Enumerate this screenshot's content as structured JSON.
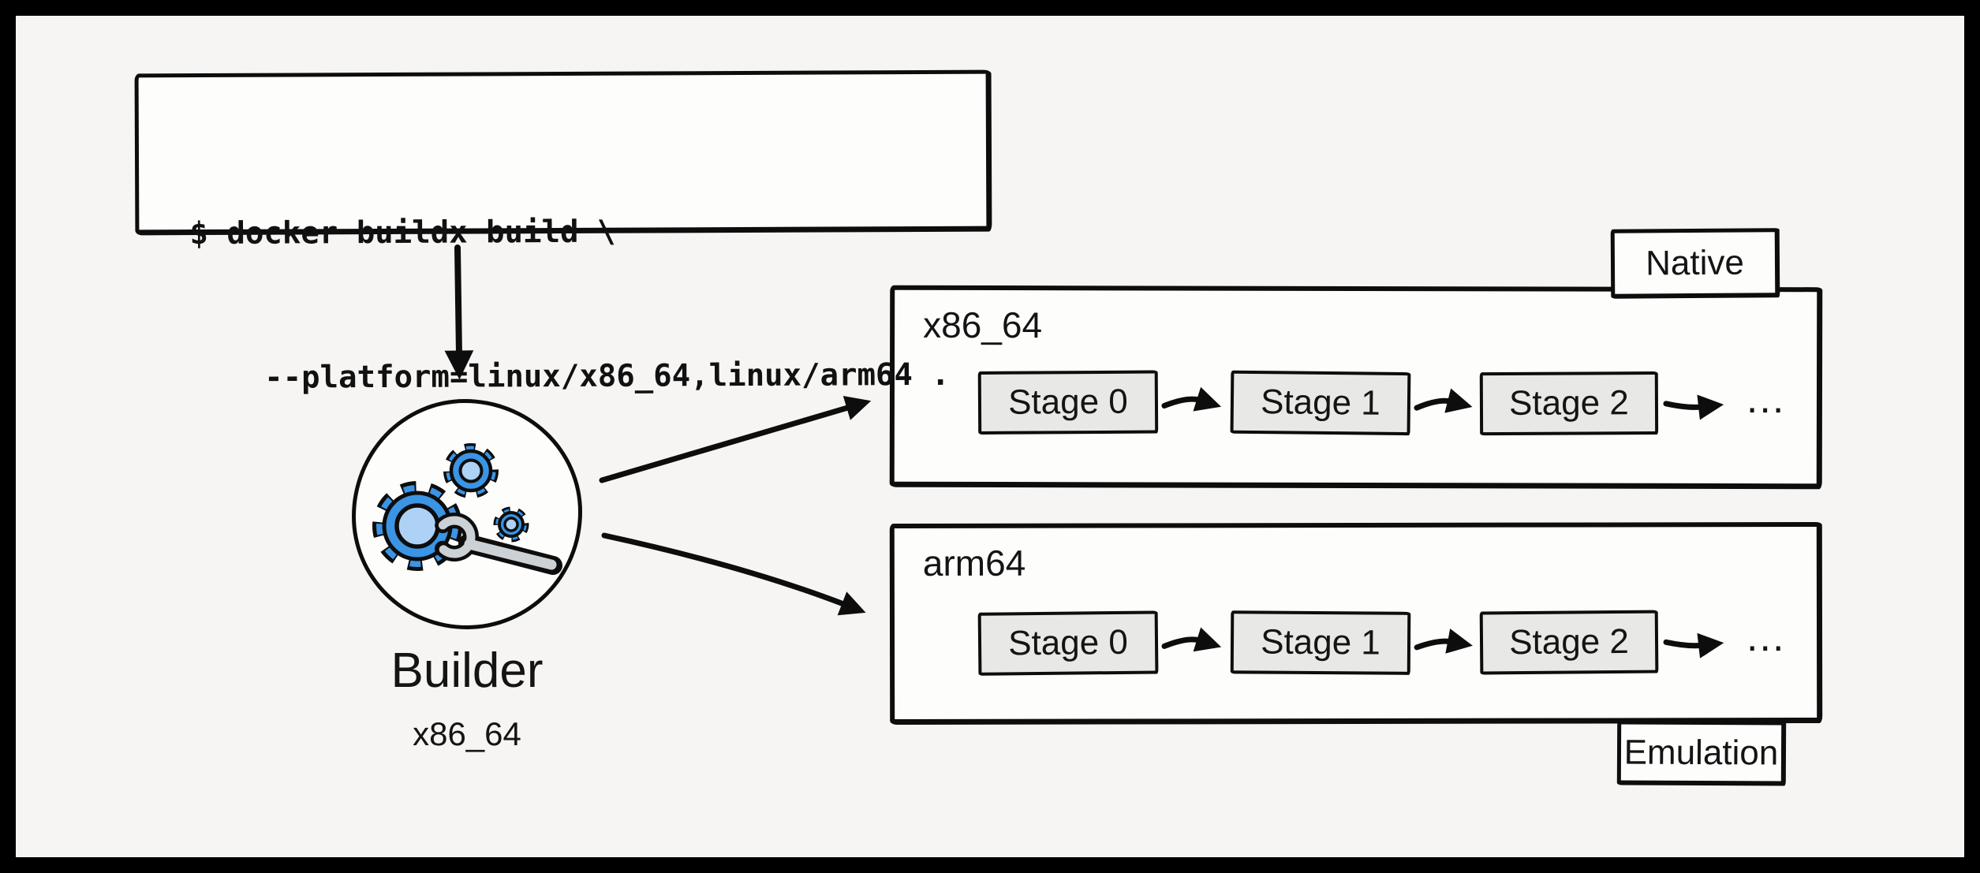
{
  "terminal": {
    "line1": "$ docker buildx build \\",
    "line2": "    --platform=linux/x86_64,linux/arm64 ."
  },
  "builder": {
    "label": "Builder",
    "arch": "x86_64",
    "icon": "gears-wrench-icon"
  },
  "pipelines": [
    {
      "arch_label": "x86_64",
      "tag": "Native",
      "tag_position": "top-right",
      "stages": [
        "Stage 0",
        "Stage 1",
        "Stage 2"
      ],
      "ellipsis": "..."
    },
    {
      "arch_label": "arm64",
      "tag": "Emulation",
      "tag_position": "bottom-right",
      "stages": [
        "Stage 0",
        "Stage 1",
        "Stage 2"
      ],
      "ellipsis": "..."
    }
  ],
  "colors": {
    "background": "#f6f5f3",
    "frame": "#000000",
    "shape_fill": "#fdfdfc",
    "stage_fill": "#e8e8e6",
    "line": "#0d0d0d",
    "gear_blue": "#3b94e4",
    "gear_light_blue": "#aed2f5",
    "wrench_gray": "#ccd1d6"
  }
}
